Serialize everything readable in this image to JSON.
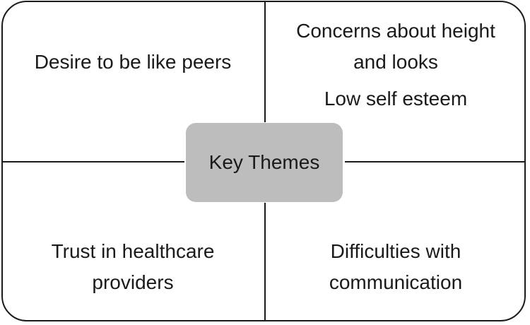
{
  "center": {
    "label": "Key Themes"
  },
  "quadrants": {
    "top_left": {
      "lines": [
        "Desire to be like peers"
      ]
    },
    "top_right": {
      "items": [
        {
          "lines": [
            "Concerns about height",
            "and looks"
          ]
        },
        {
          "lines": [
            "Low self esteem"
          ]
        }
      ]
    },
    "bottom_left": {
      "lines": [
        "Trust in healthcare",
        "providers"
      ]
    },
    "bottom_right": {
      "lines": [
        "Difficulties with",
        "communication"
      ]
    }
  }
}
